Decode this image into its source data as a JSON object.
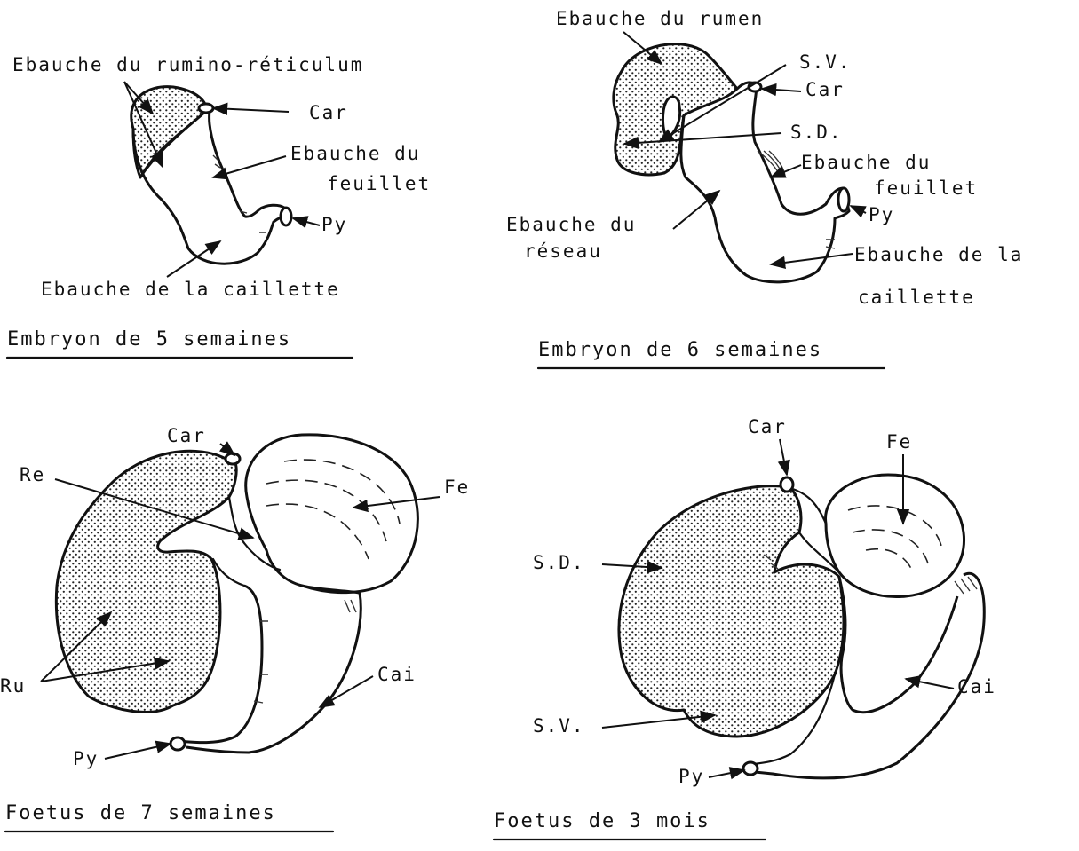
{
  "panels": {
    "p1": {
      "caption": "Embryon de 5 semaines",
      "labels": {
        "rumino": "Ebauche du rumino-réticulum",
        "car": "Car",
        "feuillet_1": "Ebauche du",
        "feuillet_2": "feuillet",
        "py": "Py",
        "caillette": "Ebauche de la caillette"
      }
    },
    "p2": {
      "caption": "Embryon de 6 semaines",
      "labels": {
        "rumen": "Ebauche du rumen",
        "sv": "S.V.",
        "car": "Car",
        "sd": "S.D.",
        "feuillet_1": "Ebauche du",
        "feuillet_2": "feuillet",
        "py": "Py",
        "reseau_1": "Ebauche du",
        "reseau_2": "réseau",
        "caillette_1": "Ebauche de la",
        "caillette_2": "caillette"
      }
    },
    "p3": {
      "caption": "Foetus de 7 semaines",
      "labels": {
        "car": "Car",
        "re": "Re",
        "fe": "Fe",
        "ru": "Ru",
        "cai": "Cai",
        "py": "Py"
      }
    },
    "p4": {
      "caption": "Foetus de 3 mois",
      "labels": {
        "car": "Car",
        "fe": "Fe",
        "sd": "S.D.",
        "cai": "Cai",
        "sv": "S.V.",
        "py": "Py"
      }
    }
  }
}
